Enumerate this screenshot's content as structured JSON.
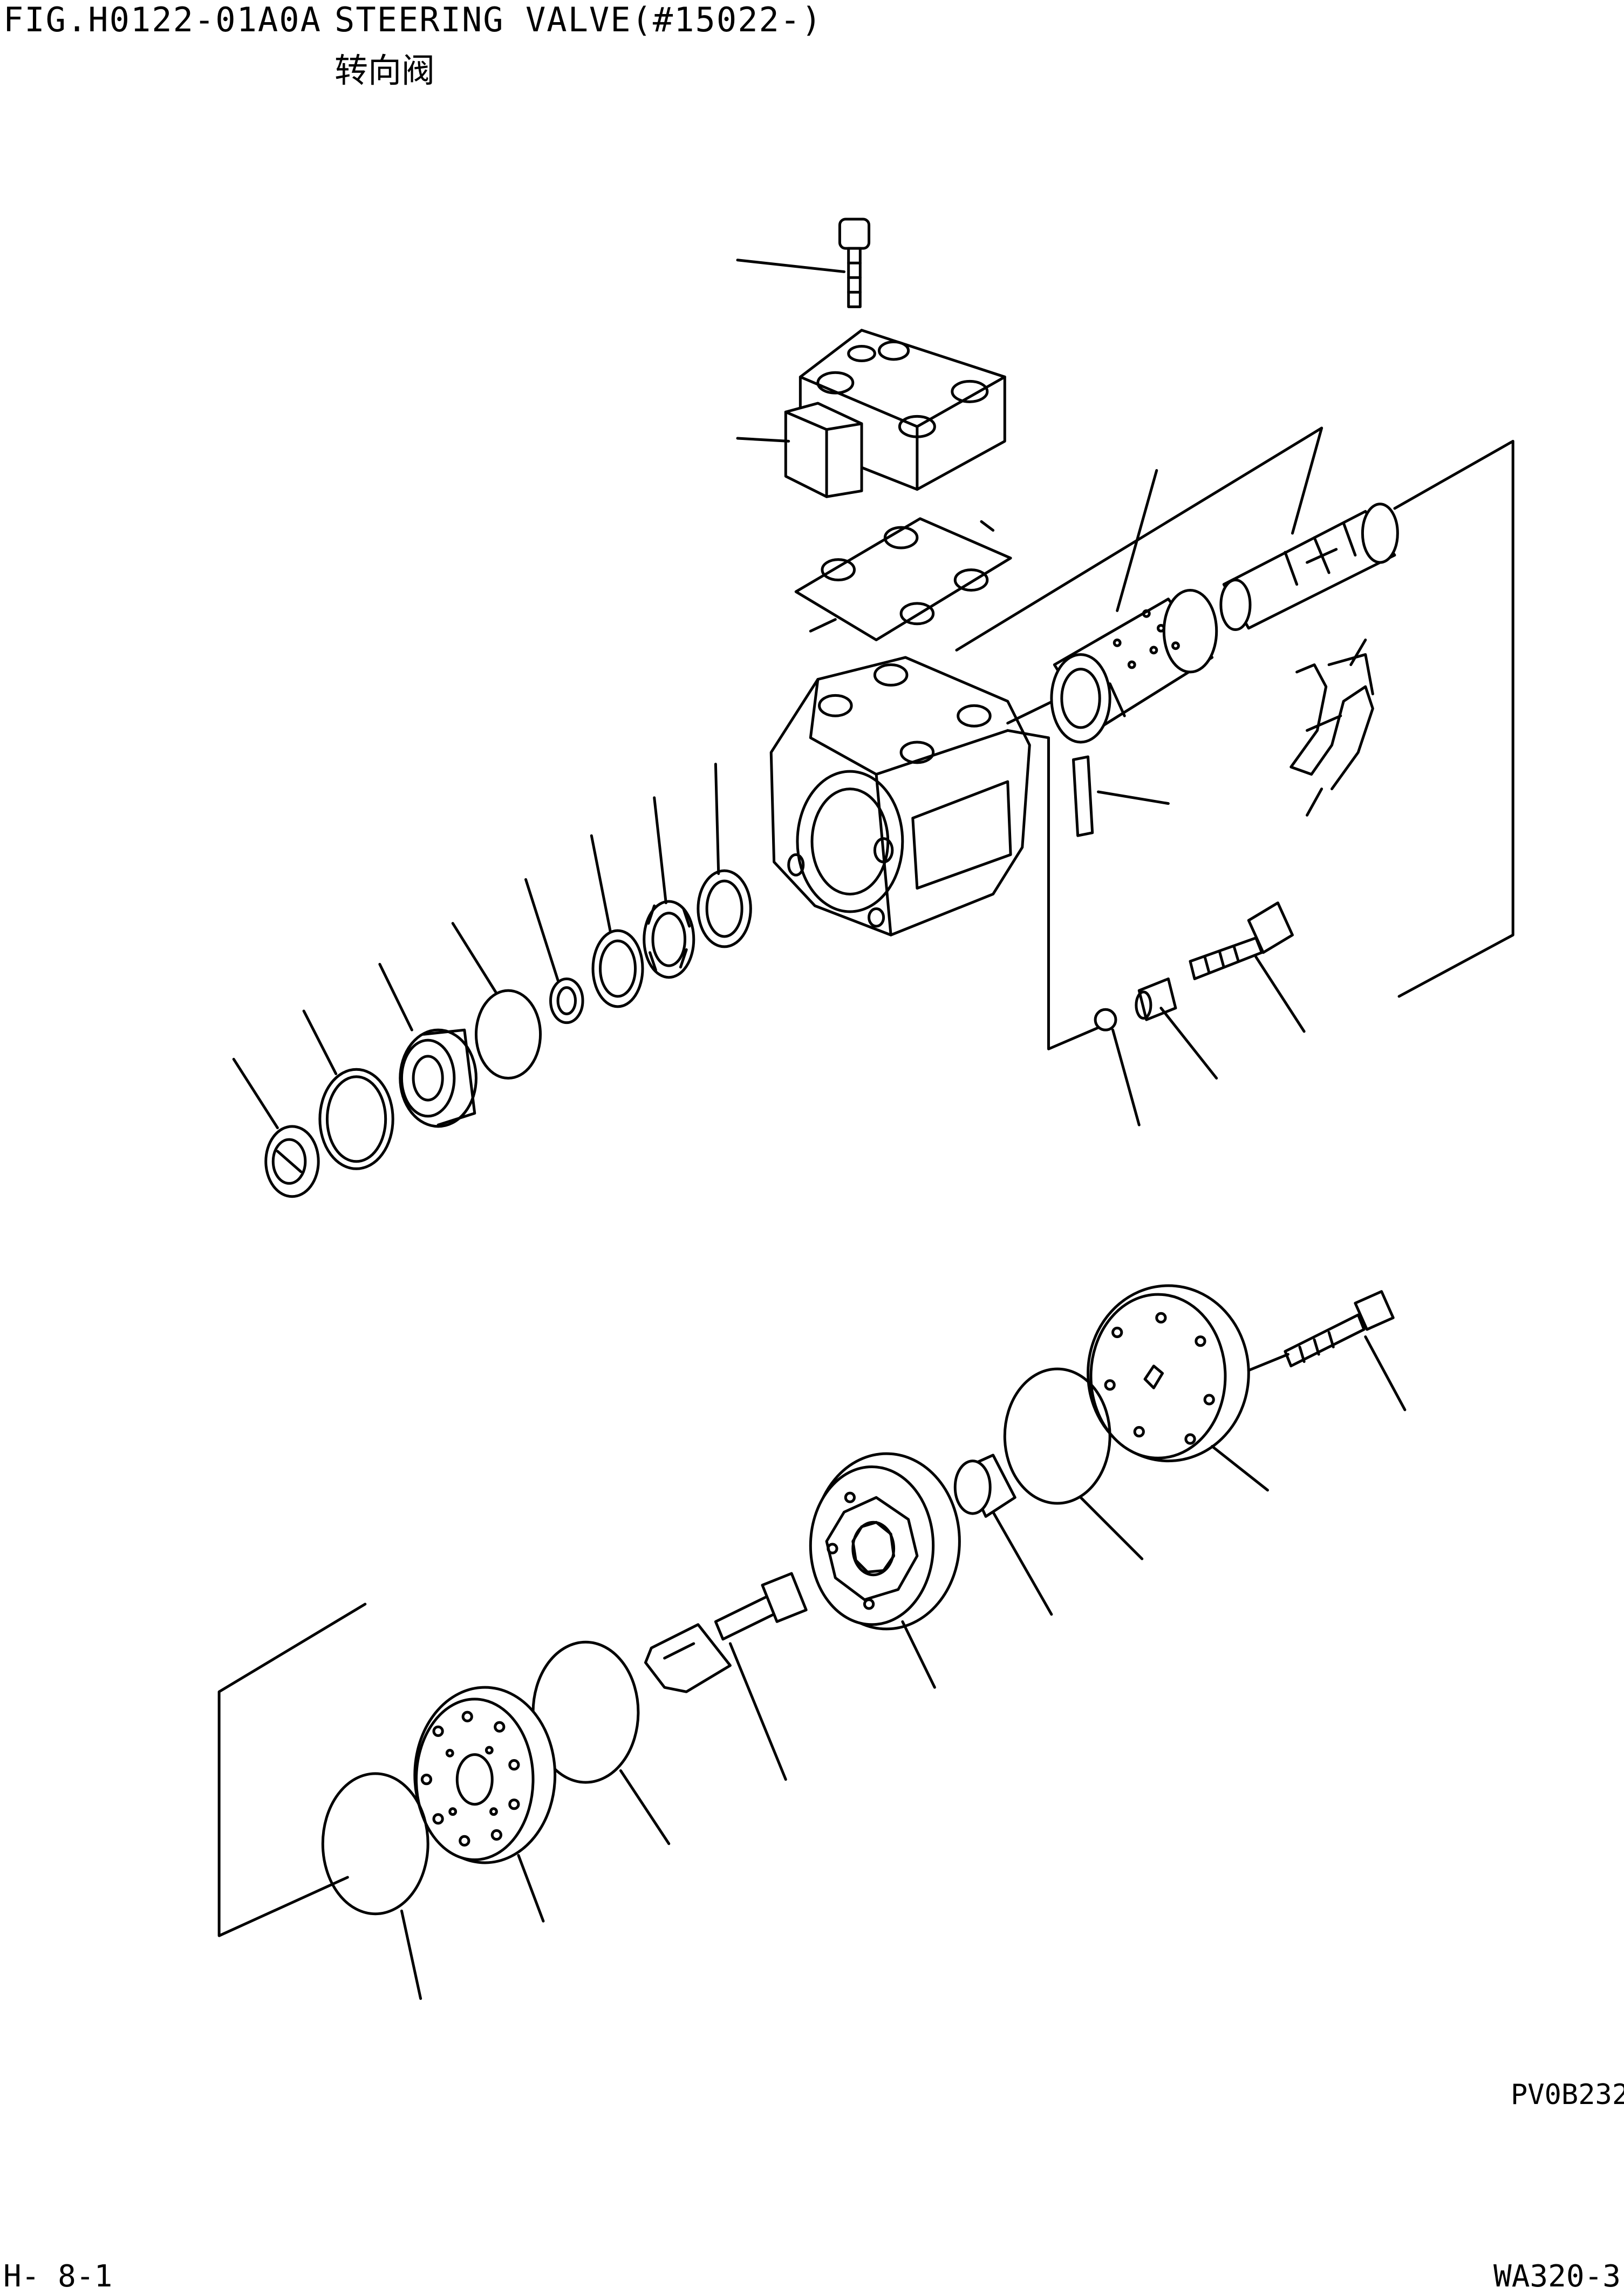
{
  "header": {
    "figure_code": "FIG.H0122-01A0A",
    "title": "STEERING VALVE(#15022-)",
    "subtitle": "转向阀"
  },
  "drawing": {
    "drawing_id": "PV0B232"
  },
  "footer": {
    "page": "H- 8-1",
    "model": "WA320-3"
  }
}
